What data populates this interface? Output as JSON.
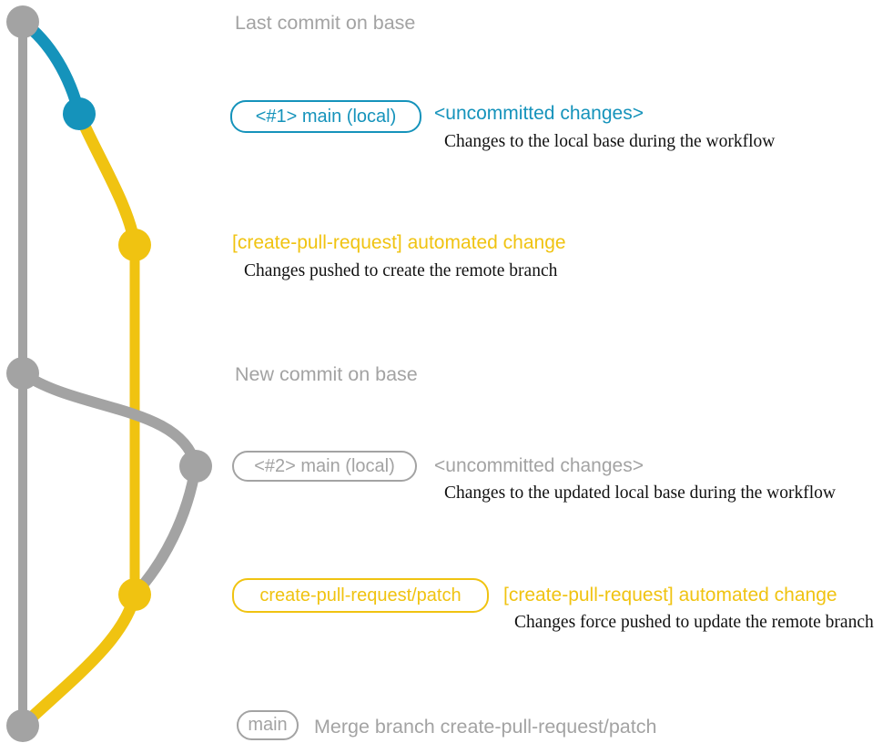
{
  "colors": {
    "gray": "#a3a3a3",
    "teal": "#1593bb",
    "yellow": "#f0c311",
    "description_text": "#111111"
  },
  "diagram": {
    "base_top": {
      "label": "Last commit on base"
    },
    "main_local_1": {
      "branch_label": "<#1> main (local)",
      "status": "<uncommitted changes>",
      "description": "Changes to the local base during the workflow"
    },
    "patch_1": {
      "commit_message": "[create-pull-request] automated change",
      "description": "Changes pushed to create the remote branch"
    },
    "base_new": {
      "label": "New commit on base"
    },
    "main_local_2": {
      "branch_label": "<#2> main (local)",
      "status": "<uncommitted changes>",
      "description": "Changes to the updated local base during the workflow"
    },
    "patch_2": {
      "branch_label": "create-pull-request/patch",
      "commit_message": "[create-pull-request] automated change",
      "description": "Changes force pushed to update the remote branch"
    },
    "merge": {
      "branch_label": "main",
      "description": "Merge branch create-pull-request/patch"
    }
  }
}
